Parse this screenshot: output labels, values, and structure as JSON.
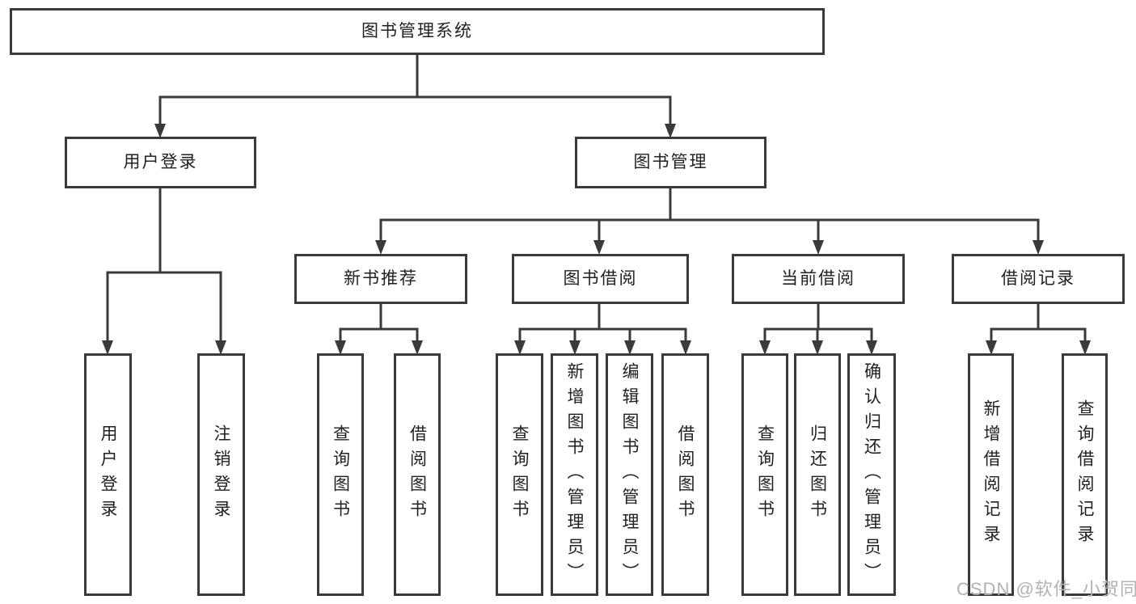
{
  "diagram": {
    "tree": {
      "label": "图书管理系统",
      "children": [
        {
          "label": "用户登录",
          "children": [
            {
              "label": "用户登录"
            },
            {
              "label": "注销登录"
            }
          ]
        },
        {
          "label": "图书管理",
          "children": [
            {
              "label": "新书推荐",
              "children": [
                {
                  "label": "查询图书"
                },
                {
                  "label": "借阅图书"
                }
              ]
            },
            {
              "label": "图书借阅",
              "children": [
                {
                  "label": "查询图书"
                },
                {
                  "label": "新增图书（管理员）"
                },
                {
                  "label": "编辑图书（管理员）"
                },
                {
                  "label": "借阅图书"
                }
              ]
            },
            {
              "label": "当前借阅",
              "children": [
                {
                  "label": "查询图书"
                },
                {
                  "label": "归还图书"
                },
                {
                  "label": "确认归还（管理员）"
                }
              ]
            },
            {
              "label": "借阅记录",
              "children": [
                {
                  "label": "新增借阅记录"
                },
                {
                  "label": "查询借阅记录"
                }
              ]
            }
          ]
        }
      ]
    },
    "colors": {
      "line": "#3a3a3a",
      "text": "#212121",
      "watermark": "#b2b2b2",
      "background": "#ffffff"
    }
  },
  "watermark": {
    "text": "CSDN @软件_小贺同学"
  }
}
